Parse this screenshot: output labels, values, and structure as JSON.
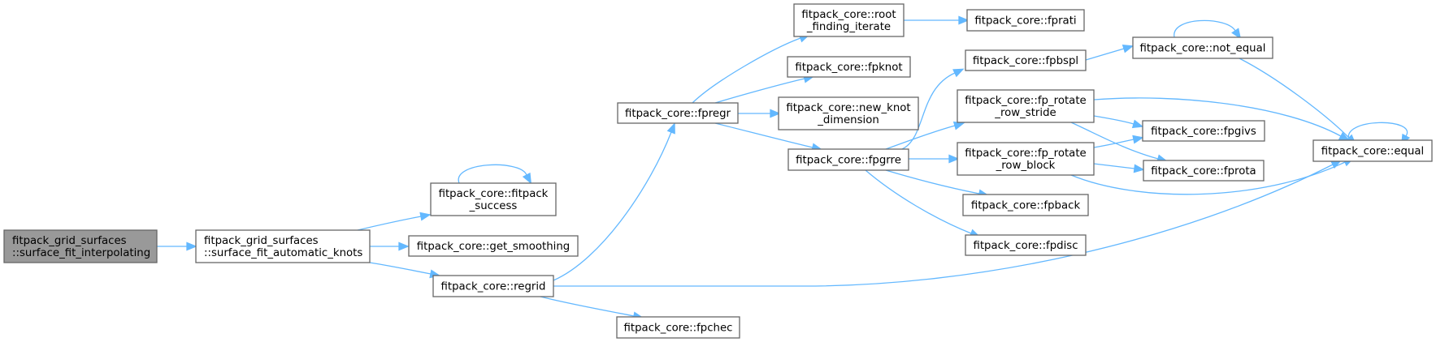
{
  "diagram": {
    "type": "call-graph",
    "colors": {
      "edge": "#63b8ff",
      "node_border": "#666666",
      "node_fill": "#ffffff",
      "root_fill": "#999999"
    },
    "nodes": [
      {
        "id": "surface_fit_interpolating",
        "lines": [
          "fitpack_grid_surfaces",
          "::surface_fit_interpolating"
        ],
        "root": true
      },
      {
        "id": "surface_fit_automatic_knots",
        "lines": [
          "fitpack_grid_surfaces",
          "::surface_fit_automatic_knots"
        ]
      },
      {
        "id": "fitpack_success",
        "lines": [
          "fitpack_core::fitpack",
          "_success"
        ]
      },
      {
        "id": "get_smoothing",
        "lines": [
          "fitpack_core::get_smoothing"
        ]
      },
      {
        "id": "regrid",
        "lines": [
          "fitpack_core::regrid"
        ]
      },
      {
        "id": "fpchec",
        "lines": [
          "fitpack_core::fpchec"
        ]
      },
      {
        "id": "fpregr",
        "lines": [
          "fitpack_core::fpregr"
        ]
      },
      {
        "id": "root_finding_iterate",
        "lines": [
          "fitpack_core::root",
          "_finding_iterate"
        ]
      },
      {
        "id": "fpknot",
        "lines": [
          "fitpack_core::fpknot"
        ]
      },
      {
        "id": "new_knot_dimension",
        "lines": [
          "fitpack_core::new_knot",
          "_dimension"
        ]
      },
      {
        "id": "fpgrre",
        "lines": [
          "fitpack_core::fpgrre"
        ]
      },
      {
        "id": "fprati",
        "lines": [
          "fitpack_core::fprati"
        ]
      },
      {
        "id": "fpbspl",
        "lines": [
          "fitpack_core::fpbspl"
        ]
      },
      {
        "id": "fp_rotate_row_stride",
        "lines": [
          "fitpack_core::fp_rotate",
          "_row_stride"
        ]
      },
      {
        "id": "fp_rotate_row_block",
        "lines": [
          "fitpack_core::fp_rotate",
          "_row_block"
        ]
      },
      {
        "id": "fpback",
        "lines": [
          "fitpack_core::fpback"
        ]
      },
      {
        "id": "fpdisc",
        "lines": [
          "fitpack_core::fpdisc"
        ]
      },
      {
        "id": "not_equal",
        "lines": [
          "fitpack_core::not_equal"
        ]
      },
      {
        "id": "fpgivs",
        "lines": [
          "fitpack_core::fpgivs"
        ]
      },
      {
        "id": "fprota",
        "lines": [
          "fitpack_core::fprota"
        ]
      },
      {
        "id": "equal",
        "lines": [
          "fitpack_core::equal"
        ]
      }
    ],
    "edges": [
      {
        "from": "surface_fit_interpolating",
        "to": "surface_fit_automatic_knots"
      },
      {
        "from": "surface_fit_automatic_knots",
        "to": "fitpack_success"
      },
      {
        "from": "surface_fit_automatic_knots",
        "to": "get_smoothing"
      },
      {
        "from": "surface_fit_automatic_knots",
        "to": "regrid"
      },
      {
        "from": "fitpack_success",
        "to": "fitpack_success"
      },
      {
        "from": "regrid",
        "to": "fpregr"
      },
      {
        "from": "regrid",
        "to": "equal"
      },
      {
        "from": "regrid",
        "to": "fpchec"
      },
      {
        "from": "fpregr",
        "to": "root_finding_iterate"
      },
      {
        "from": "fpregr",
        "to": "fpknot"
      },
      {
        "from": "fpregr",
        "to": "new_knot_dimension"
      },
      {
        "from": "fpregr",
        "to": "fpgrre"
      },
      {
        "from": "root_finding_iterate",
        "to": "fprati"
      },
      {
        "from": "fpgrre",
        "to": "fpbspl"
      },
      {
        "from": "fpgrre",
        "to": "fp_rotate_row_stride"
      },
      {
        "from": "fpgrre",
        "to": "fp_rotate_row_block"
      },
      {
        "from": "fpgrre",
        "to": "fpback"
      },
      {
        "from": "fpgrre",
        "to": "fpdisc"
      },
      {
        "from": "fpbspl",
        "to": "not_equal"
      },
      {
        "from": "not_equal",
        "to": "not_equal"
      },
      {
        "from": "not_equal",
        "to": "equal"
      },
      {
        "from": "fp_rotate_row_stride",
        "to": "equal"
      },
      {
        "from": "fp_rotate_row_stride",
        "to": "fpgivs"
      },
      {
        "from": "fp_rotate_row_stride",
        "to": "fprota"
      },
      {
        "from": "fp_rotate_row_block",
        "to": "fpgivs"
      },
      {
        "from": "fp_rotate_row_block",
        "to": "fprota"
      },
      {
        "from": "fp_rotate_row_block",
        "to": "equal"
      },
      {
        "from": "equal",
        "to": "equal"
      }
    ]
  }
}
